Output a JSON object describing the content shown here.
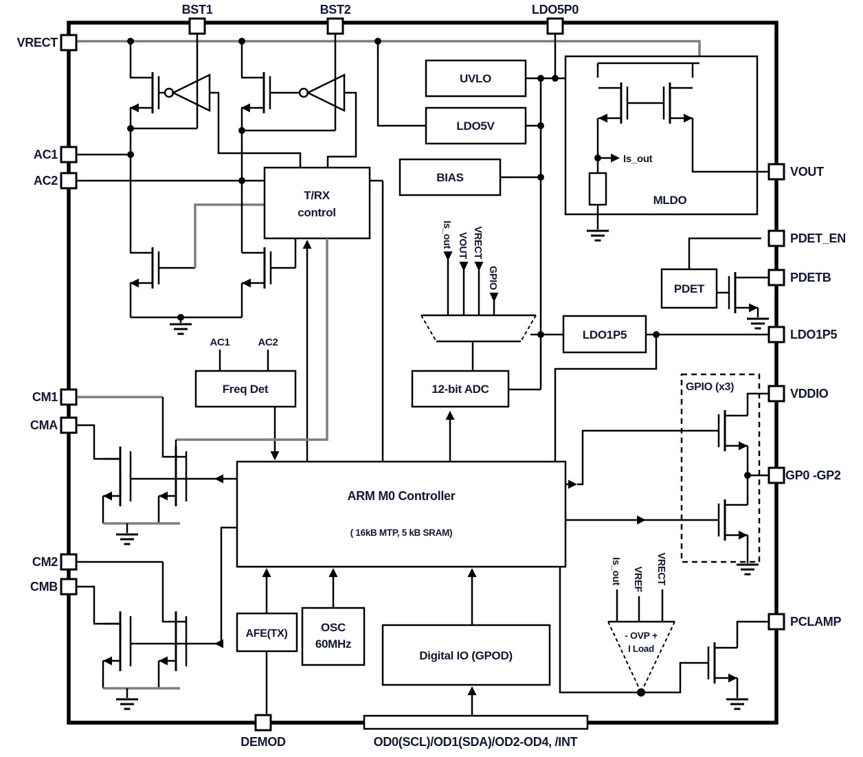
{
  "pins": {
    "vrect": "VRECT",
    "ac1": "AC1",
    "ac2": "AC2",
    "cm1": "CM1",
    "cma": "CMA",
    "cm2": "CM2",
    "cmb": "CMB",
    "bst1": "BST1",
    "bst2": "BST2",
    "ldo5p0": "LDO5P0",
    "vout": "VOUT",
    "pdet_en": "PDET_EN",
    "pdetb": "PDETB",
    "ldo1p5": "LDO1P5",
    "vddio": "VDDIO",
    "gp0_gp2": "GP0 -GP2",
    "pclamp": "PCLAMP",
    "demod": "DEMOD",
    "bus": "OD0(SCL)/OD1(SDA)/OD2-OD4, /INT"
  },
  "blocks": {
    "uvlo": "UVLO",
    "ldo5v": "LDO5V",
    "bias": "BIAS",
    "trx_line1": "T/RX",
    "trx_line2": "control",
    "mldo": "MLDO",
    "pdet": "PDET",
    "ldo1p5": "LDO1P5",
    "freq_det": "Freq Det",
    "adc": "12-bit ADC",
    "gpio": "GPIO (x3)",
    "arm_line1": "ARM M0 Controller",
    "arm_line2": "( 16kB MTP, 5 kB SRAM)",
    "afe": "AFE(TX)",
    "osc_line1": "OSC",
    "osc_line2": "60MHz",
    "digital_io": "Digital IO (GPOD)"
  },
  "signals": {
    "freq_in1": "AC1",
    "freq_in2": "AC2",
    "mux_in1": "Is_out",
    "mux_in2": "VOUT",
    "mux_in3": "VRECT",
    "mux_in4": "GPIO",
    "mldo_is_out": "Is_out",
    "ovp_in1": "Is_out",
    "ovp_in2": "VREF",
    "ovp_in3": "VRECT",
    "ovp_label": "- OVP +",
    "ovp_load": "I Load"
  },
  "colors": {
    "wire": "#000000",
    "gray_wire": "#7e7e7e",
    "text": "#101835",
    "background": "#ffffff"
  }
}
